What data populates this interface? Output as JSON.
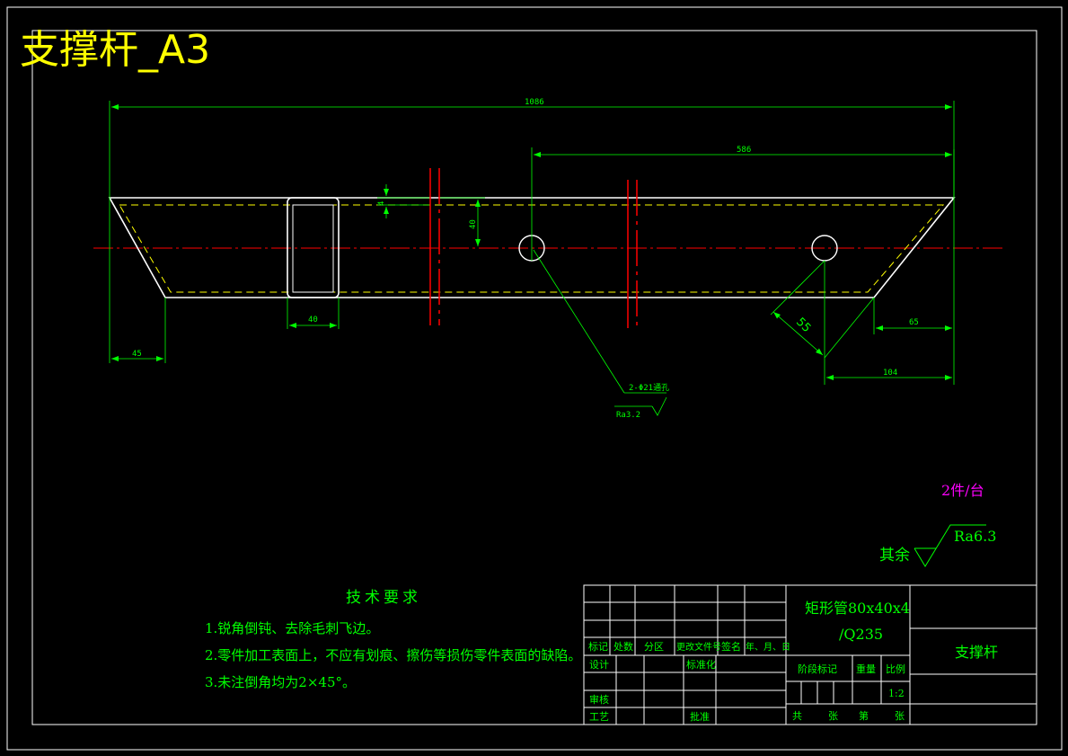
{
  "title": "支撑杆_A3",
  "dimensions": {
    "overall_length": "1086",
    "hole_spacing": "586",
    "wall": "4",
    "offset_40_vertical": "40",
    "cutout_width": "40",
    "chamfer_left": "45",
    "chamfer_right": "65",
    "right_end_to_hole": "104",
    "angle_55": "55"
  },
  "notes": {
    "hole_callout": "2-Φ21通孔",
    "roughness_hole": "Ra3.2",
    "quantity": "2件/台",
    "other_label": "其余",
    "other_roughness": "Ra6.3"
  },
  "tech_requirements": {
    "heading": "技术要求",
    "items": [
      "1.锐角倒钝、去除毛刺飞边。",
      "2.零件加工表面上，不应有划痕、擦伤等损伤零件表面的缺陷。",
      "3.未注倒角均为2×45°。"
    ]
  },
  "title_block": {
    "labels": {
      "mark": "标记",
      "count": "处数",
      "zone": "分区",
      "change_doc": "更改文件号",
      "sign": "签名",
      "date": "年、月、日",
      "design": "设计",
      "standardize": "标准化",
      "review": "审核",
      "process": "工艺",
      "approve": "批准",
      "stage_mark": "阶段标记",
      "weight": "重量",
      "scale_label": "比例",
      "scale": "1:2",
      "total": "共",
      "sheets": "张",
      "no": "第",
      "sheet": "张"
    },
    "material_line1": "矩形管80x40x4",
    "material_line2": "/Q235",
    "part_name": "支撑杆"
  },
  "colors": {
    "background": "#000000",
    "outline": "#ffffff",
    "dimension": "#00ff00",
    "centerline": "#ff0000",
    "hidden": "#ffff00",
    "title": "#ffff00",
    "quantity": "#ff00ff"
  }
}
